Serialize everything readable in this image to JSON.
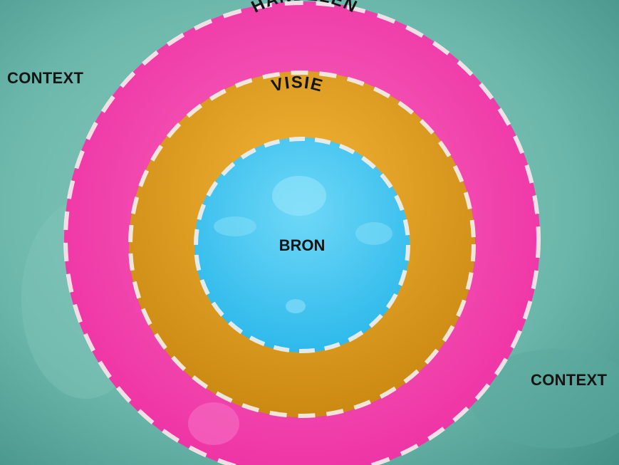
{
  "labels": {
    "context_top": "CONTEXT",
    "context_bottom": "CONTEXT",
    "outer": "HANDELEN",
    "middle": "VISIE",
    "inner": "BRON"
  },
  "colors": {
    "background": "#79c2b6",
    "background_dark": "#3f8d84",
    "outer_ring": "#f23ca9",
    "middle_ring": "#e3a01e",
    "inner_circle": "#3cc6f0",
    "dashes": "#f3f0ec",
    "text": "#141414"
  }
}
